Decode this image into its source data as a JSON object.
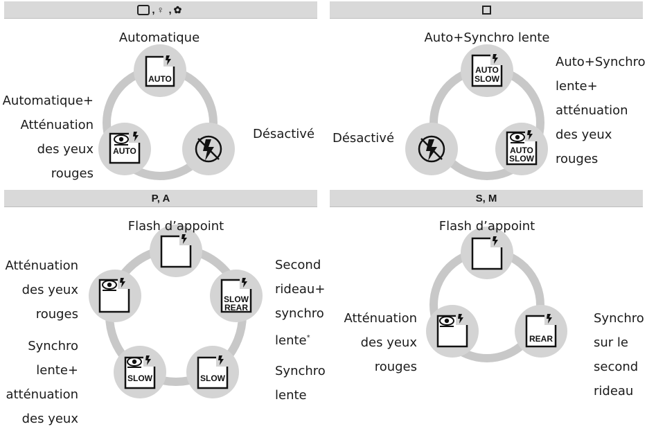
{
  "sections": {
    "auto": {
      "header": "  ,  ,  ",
      "top": "Automatique",
      "left": [
        "Automatique+",
        "Atténuation",
        "des yeux",
        "rouges"
      ],
      "right": "Désactivé"
    },
    "night": {
      "header": "",
      "top": "Auto+Synchro lente",
      "left": "Désactivé",
      "right": [
        "Auto+Synchro",
        "lente+",
        "atténuation",
        "des yeux",
        "rouges"
      ]
    },
    "pa": {
      "header": "P, A",
      "top": "Flash d’appoint",
      "left_top": [
        "Atténuation",
        "des yeux",
        "rouges"
      ],
      "left_bottom": [
        "Synchro",
        "lente+",
        "atténuation",
        "des yeux"
      ],
      "right_top": [
        "Second",
        "rideau+",
        "synchro",
        "lente"
      ],
      "right_top_mark": "*",
      "right_bottom": [
        "Synchro",
        "lente"
      ]
    },
    "sm": {
      "header": "S, M",
      "top": "Flash d’appoint",
      "left": [
        "Atténuation",
        "des yeux",
        "rouges"
      ],
      "right": [
        "Synchro",
        "sur le",
        "second",
        "rideau"
      ]
    }
  },
  "icon_labels": {
    "auto": "AUTO",
    "slow": "SLOW",
    "rear": "REAR"
  }
}
